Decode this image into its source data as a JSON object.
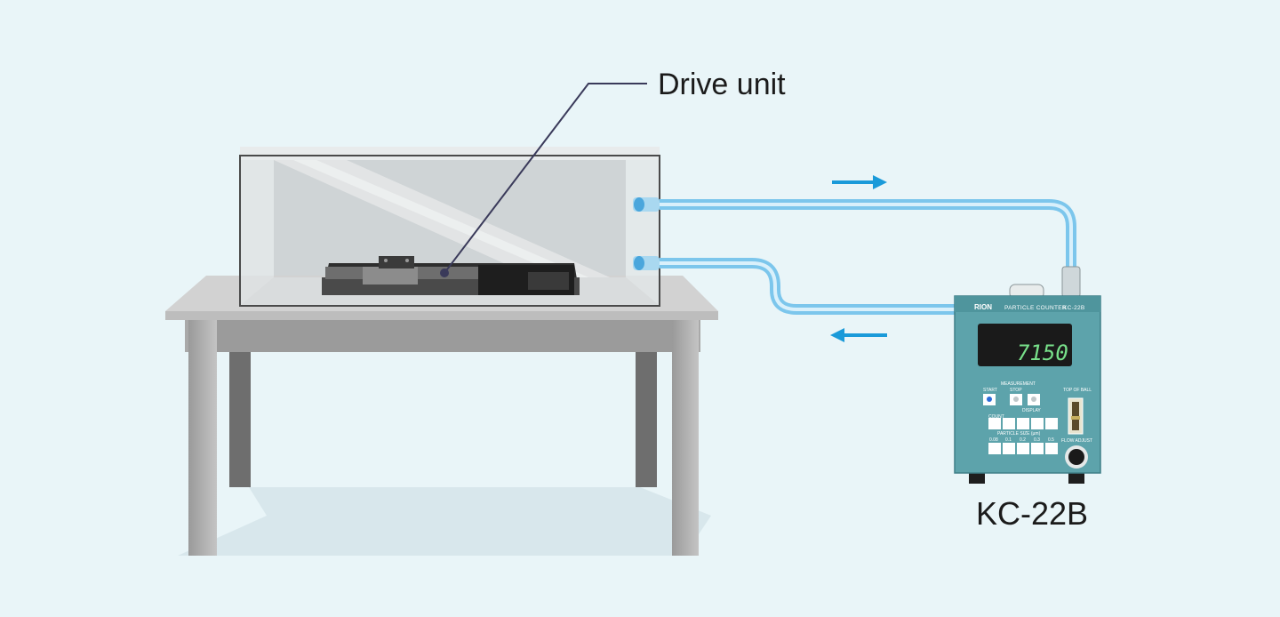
{
  "callout": {
    "drive_unit": "Drive unit"
  },
  "device": {
    "model_label": "KC-22B",
    "brand": "RION",
    "panel_title": "PARTICLE COUNTER",
    "panel_model": "KC-22B",
    "display_value": "7150",
    "measurement_label": "MEASUREMENT",
    "start_label": "START",
    "stop_label": "STOP",
    "display_label": "DISPLAY",
    "count_label": "COUNT",
    "particle_size_label": "PARTICLE SIZE (µm)",
    "sizes": [
      "0.08",
      "0.1",
      "0.2",
      "0.3",
      "0.5"
    ],
    "top_of_ball_label": "TOP OF BALL",
    "flow_adjust_label": "FLOW ADJUST"
  },
  "flow": {
    "outgoing_arrow": "right-arrow-icon",
    "return_arrow": "left-arrow-icon"
  },
  "colors": {
    "background": "#e9f5f8",
    "tube": "#7cc6ec",
    "tube_core": "#d9f0fb",
    "arrow": "#1a9ad9",
    "device_body": "#5da3ab",
    "table_top": "#c8c8c8",
    "table_legs": "#8a8a8a"
  }
}
